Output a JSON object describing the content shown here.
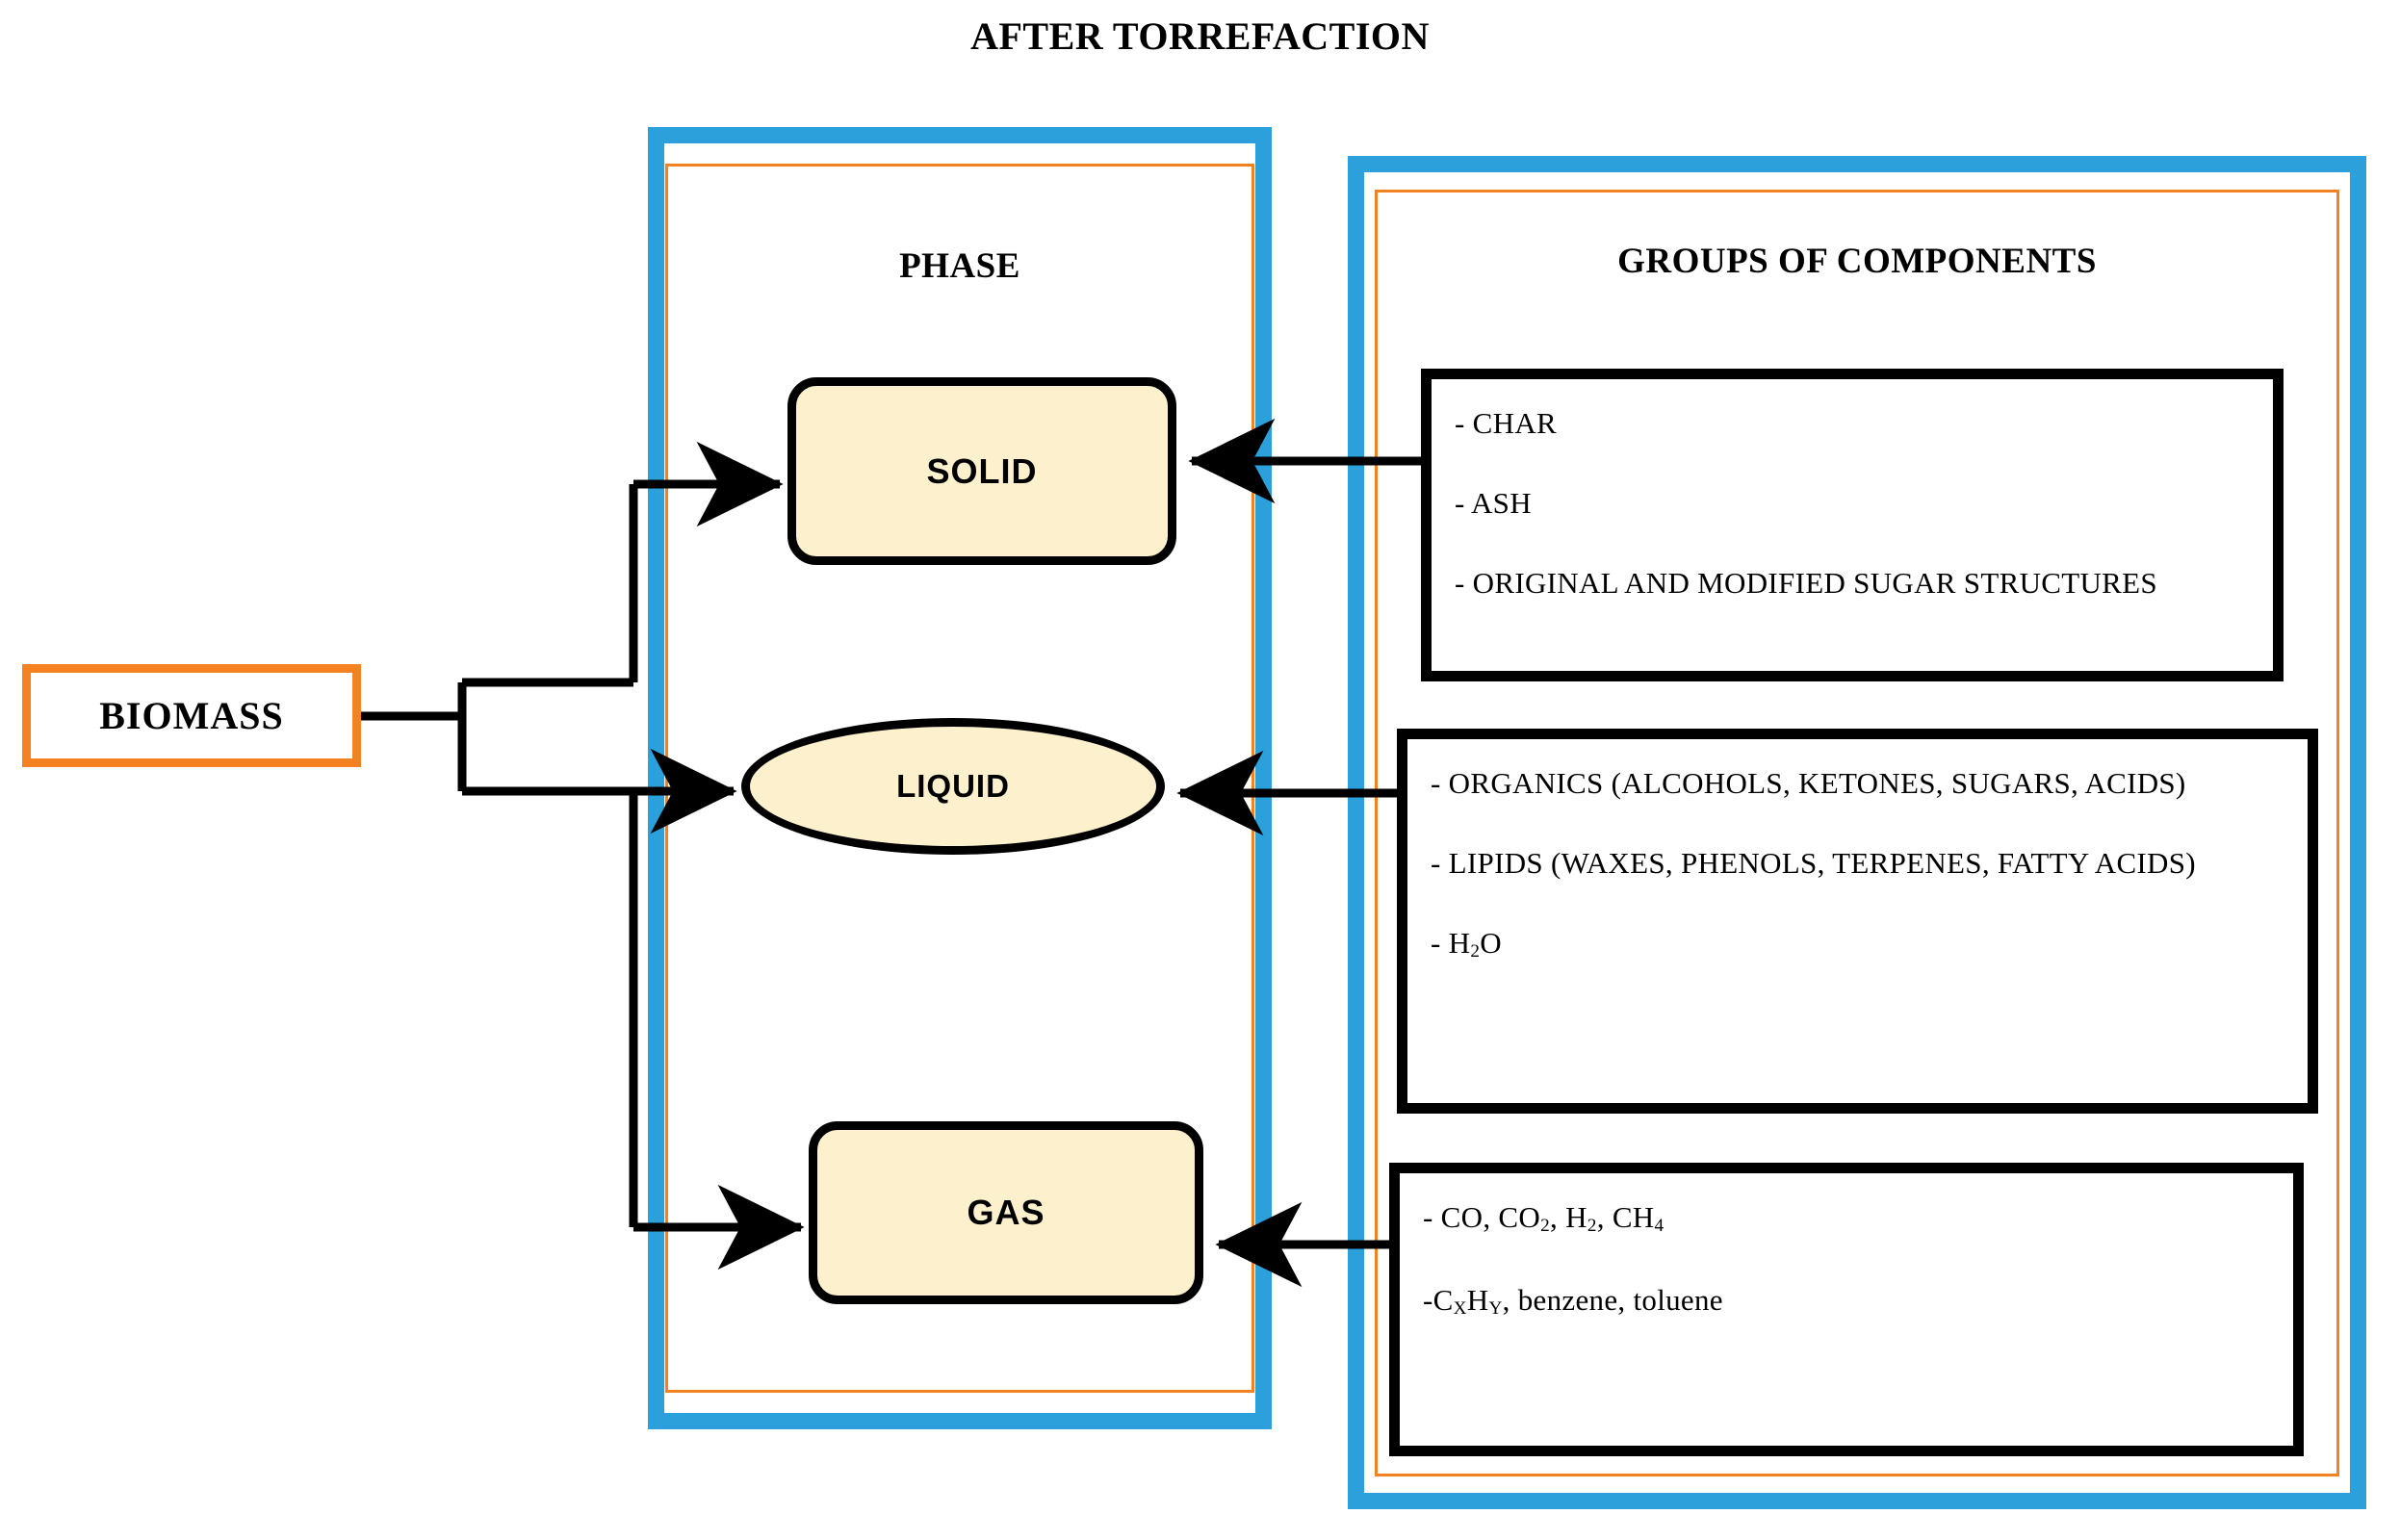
{
  "title": "AFTER TORREFACTION",
  "colors": {
    "panel_blue": "#2BA0DB",
    "panel_orange": "#F58220",
    "phase_fill": "#FCF0CD",
    "box_border": "#000000",
    "background": "#FFFFFF"
  },
  "source": {
    "label": "BIOMASS"
  },
  "phase_panel": {
    "heading": "PHASE",
    "nodes": [
      {
        "id": "solid",
        "label": "SOLID",
        "shape": "rounded-rect"
      },
      {
        "id": "liquid",
        "label": "LIQUID",
        "shape": "ellipse"
      },
      {
        "id": "gas",
        "label": "GAS",
        "shape": "rounded-rect"
      }
    ]
  },
  "components_panel": {
    "heading": "GROUPS OF COMPONENTS",
    "boxes": [
      {
        "id": "solid-components",
        "lines": [
          {
            "text": "- CHAR"
          },
          {
            "text": "- ASH"
          },
          {
            "text": "- ORIGINAL AND MODIFIED SUGAR STRUCTURES"
          }
        ]
      },
      {
        "id": "liquid-components",
        "lines": [
          {
            "text": "- ORGANICS (ALCOHOLS, KETONES, SUGARS, ACIDS)"
          },
          {
            "text": "- LIPIDS (WAXES, PHENOLS, TERPENES, FATTY ACIDS)"
          },
          {
            "html": "- H<sub>2</sub>O"
          }
        ]
      },
      {
        "id": "gas-components",
        "lines": [
          {
            "html": "- CO, CO<sub>2</sub>, H<sub>2</sub>, CH<sub>4</sub>"
          },
          {
            "html": "-C<sub>X</sub>H<sub>Y</sub>, benzene, toluene"
          }
        ]
      }
    ]
  },
  "flows": [
    {
      "from": "biomass",
      "to": "solid",
      "direction": "right"
    },
    {
      "from": "biomass",
      "to": "liquid",
      "direction": "right"
    },
    {
      "from": "biomass",
      "to": "gas",
      "direction": "right"
    },
    {
      "from": "solid-components",
      "to": "solid",
      "direction": "left"
    },
    {
      "from": "liquid-components",
      "to": "liquid",
      "direction": "left"
    },
    {
      "from": "gas-components",
      "to": "gas",
      "direction": "left"
    }
  ]
}
